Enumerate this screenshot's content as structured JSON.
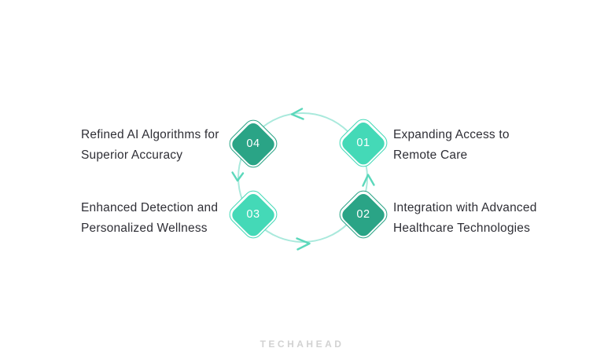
{
  "diagram": {
    "cycle": {
      "circle_color": "#A9E9DC",
      "arrow_color": "#5BD8BB",
      "arrow_icons": [
        "arrow-left-icon",
        "arrow-down-icon",
        "arrow-right-icon",
        "arrow-up-icon"
      ]
    },
    "text_color": "#2F2F36",
    "number_text_color": "#FFFFFF",
    "steps": [
      {
        "number": "01",
        "position": "top-right",
        "color": "#44D9B7",
        "lines": [
          "Expanding Access to",
          "Remote Care"
        ]
      },
      {
        "number": "02",
        "position": "bottom-right",
        "color": "#2AA486",
        "lines": [
          "Integration with Advanced",
          "Healthcare Technologies"
        ]
      },
      {
        "number": "03",
        "position": "bottom-left",
        "color": "#44D9B7",
        "lines": [
          "Enhanced Detection and",
          "Personalized Wellness"
        ]
      },
      {
        "number": "04",
        "position": "top-left",
        "color": "#2AA486",
        "lines": [
          "Refined AI Algorithms for",
          "Superior Accuracy"
        ]
      }
    ]
  },
  "footer": {
    "logo_text": "TECHAHEAD",
    "logo_color": "#D2D2D2"
  }
}
